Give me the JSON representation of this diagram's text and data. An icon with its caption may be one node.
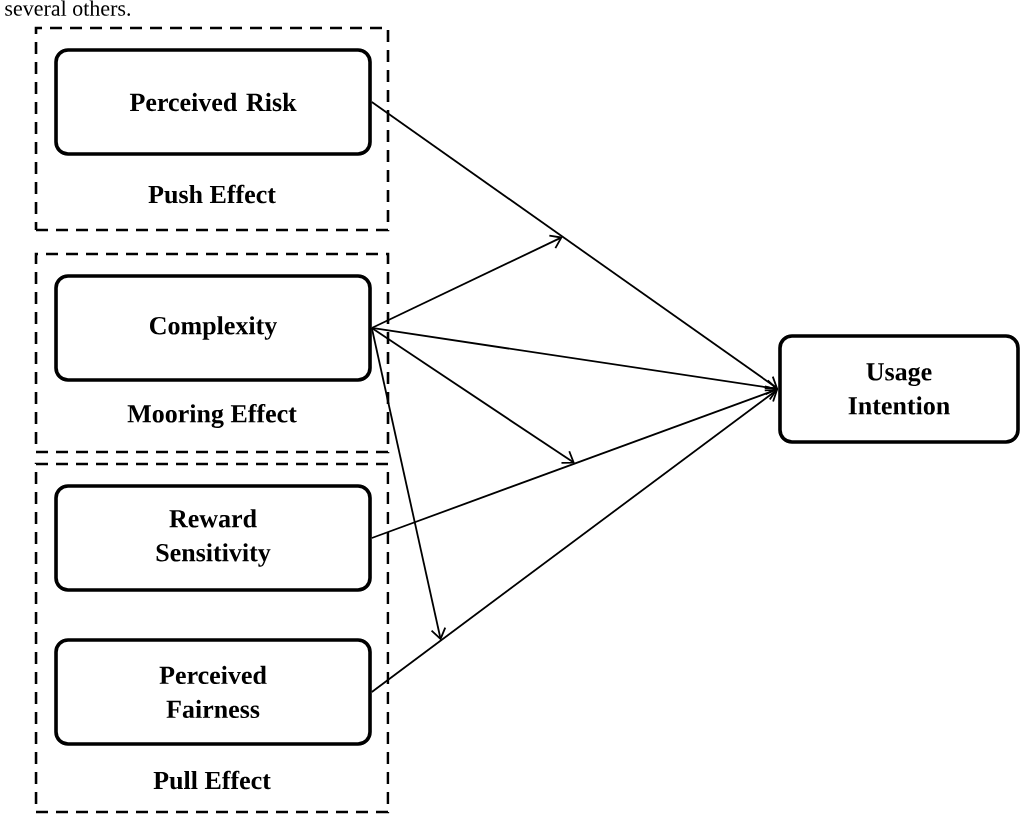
{
  "diagram": {
    "nodes": [
      {
        "text": [
          "Push Effect"
        ]
      },
      {
        "text": [
          "Perceived Risk"
        ],
        "in": 0
      },
      {
        "text": [
          "Mooring Effect"
        ]
      },
      {
        "text": [
          "Complexity"
        ],
        "in": 2
      },
      {
        "text": [
          "Pull Effect"
        ]
      },
      {
        "text": [
          "Reward Sensitivity"
        ],
        "in": 4
      },
      {
        "text": [
          "Perceived Fairness"
        ],
        "in": 4
      },
      {
        "text": [
          "Usage Intention"
        ]
      }
    ],
    "edges": [
      {
        "from": 1,
        "to": 7,
        "arrow": "to"
      },
      {
        "from": 3,
        "to": 7,
        "arrow": "to"
      },
      {
        "from": 5,
        "to": 7,
        "arrow": "to"
      },
      {
        "from": 6,
        "to": 7,
        "arrow": "to"
      },
      {
        "from": 3,
        "to": null,
        "arrow": "to"
      },
      {
        "from": 3,
        "to": null,
        "arrow": "to"
      },
      {
        "from": 3,
        "to": null,
        "arrow": "to"
      }
    ],
    "labels": [
      "several others."
    ]
  }
}
